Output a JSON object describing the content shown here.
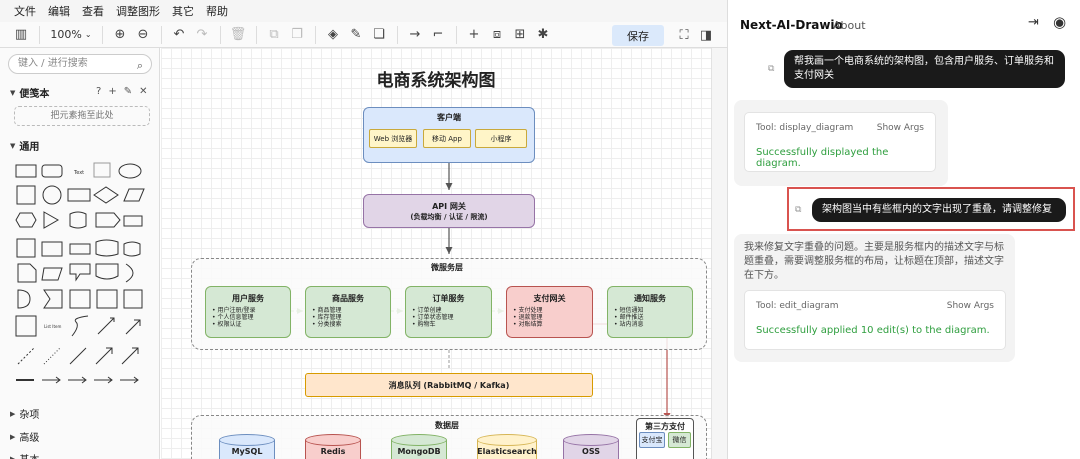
{
  "menu": [
    "文件",
    "编辑",
    "查看",
    "调整图形",
    "其它",
    "帮助"
  ],
  "toolbar": {
    "zoom": "100%",
    "save_label": "保存"
  },
  "palette": {
    "search_placeholder": "键入 / 进行搜索",
    "scratchpad_label": "便笺本",
    "scratchpad_drop": "把元素拖至此处",
    "general_label": "通用",
    "sections": [
      "杂项",
      "高级",
      "基本"
    ]
  },
  "diagram": {
    "title": "电商系统架构图",
    "client": {
      "label": "客户端",
      "chips": [
        "Web 浏览器",
        "移动 App",
        "小程序"
      ]
    },
    "gateway": {
      "label": "API 网关",
      "sub": "(负载均衡 / 认证 / 限流)"
    },
    "microservices": {
      "label": "微服务层",
      "services": [
        {
          "label": "用户服务",
          "bullets": [
            "• 用户注册/登录",
            "• 个人信息管理",
            "• 权限认证"
          ]
        },
        {
          "label": "商品服务",
          "bullets": [
            "• 商品管理",
            "• 库存管理",
            "• 分类搜索"
          ]
        },
        {
          "label": "订单服务",
          "bullets": [
            "• 订单创建",
            "• 订单状态管理",
            "• 购物车"
          ]
        },
        {
          "label": "支付网关",
          "bullets": [
            "• 支付处理",
            "• 退款管理",
            "• 对账结算"
          ]
        },
        {
          "label": "通知服务",
          "bullets": [
            "• 短信通知",
            "• 邮件推送",
            "• 站内消息"
          ]
        }
      ]
    },
    "mq": {
      "label": "消息队列 (RabbitMQ / Kafka)"
    },
    "data_layer": {
      "label": "数据层",
      "stores": [
        "MySQL",
        "Redis",
        "MongoDB",
        "Elasticsearch",
        "OSS"
      ]
    },
    "third_party": {
      "label": "第三方支付",
      "items": [
        "支付宝",
        "微信"
      ]
    }
  },
  "chat": {
    "brand": "Next-AI-Drawio",
    "about": "About",
    "messages": {
      "user1": "帮我画一个电商系统的架构图，包含用户服务、订单服务和支付网关",
      "tool1": {
        "name": "Tool: display_diagram",
        "args": "Show Args",
        "result": "Successfully displayed the diagram."
      },
      "user2": "架构图当中有些框内的文字出现了重叠，请调整修复",
      "ai2": "我来修复文字重叠的问题。主要是服务框内的描述文字与标题重叠，需要调整服务框的布局，让标题在顶部，描述文字在下方。",
      "tool2": {
        "name": "Tool: edit_diagram",
        "args": "Show Args",
        "result": "Successfully applied 10 edit(s) to the diagram."
      }
    }
  },
  "colors": {
    "client_fill": "#dae8fc",
    "client_stroke": "#6c8ebf",
    "gateway_fill": "#e1d5e7",
    "gateway_stroke": "#9673a6",
    "service_fill": "#d5e8d4",
    "service_stroke": "#82b366",
    "payment_fill": "#f8cecc",
    "payment_stroke": "#b85450",
    "mq_fill": "#ffe6cc",
    "mq_stroke": "#d79b00",
    "highlight": "#d9534f",
    "success": "#2e9e3e"
  }
}
